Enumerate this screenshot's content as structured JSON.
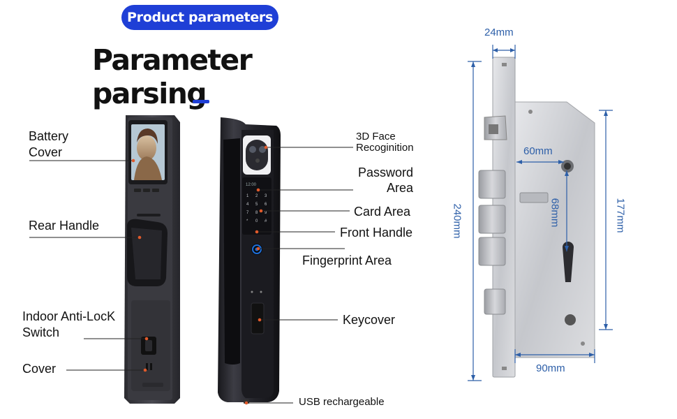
{
  "header": {
    "pill_label": "Product parameters",
    "title": "Parameter parsing"
  },
  "left_labels": {
    "battery_cover_1": "Battery",
    "battery_cover_2": "Cover",
    "rear_handle": "Rear Handle",
    "indoor_switch_1": "Indoor Anti-LocK",
    "indoor_switch_2": "Switch",
    "cover": "Cover"
  },
  "right_labels": {
    "face_1": "3D Face",
    "face_2": "Recoginition",
    "password_1": "Password",
    "password_2": "Area",
    "card_area": "Card Area",
    "front_handle": "Front Handle",
    "fingerprint_area": "Fingerprint Area",
    "keycover": "Keycover",
    "usb": "USB rechargeable"
  },
  "dimensions": {
    "top_width": "24mm",
    "backset": "60mm",
    "center": "68mm",
    "height_total": "240mm",
    "height_body": "177mm",
    "body_width": "90mm"
  },
  "colors": {
    "accent_blue": "#1f3fd6",
    "dimension_blue": "#2d5fa8",
    "leader_dot": "#e05a2b"
  }
}
